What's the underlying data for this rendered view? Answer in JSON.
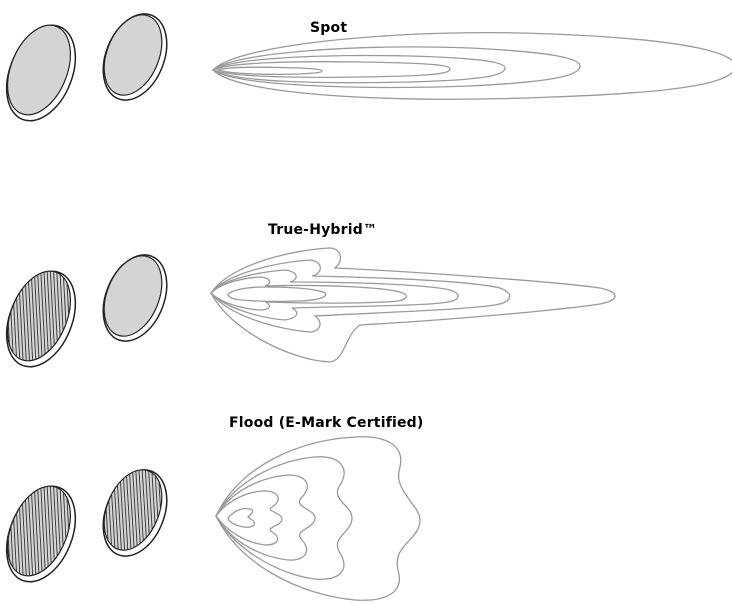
{
  "panels": [
    {
      "title": "Spot",
      "lens_left": "clear",
      "lens_right": "clear"
    },
    {
      "title": "True-Hybrid™",
      "lens_left": "fluted",
      "lens_right": "clear"
    },
    {
      "title": "Flood (E-Mark Certified)",
      "lens_left": "fluted",
      "lens_right": "fluted"
    }
  ],
  "colors": {
    "lens_fill": "#d4d4d4",
    "lens_stroke": "#222222",
    "beam_stroke": "#9a9a9a",
    "flute_stroke": "#333333"
  }
}
